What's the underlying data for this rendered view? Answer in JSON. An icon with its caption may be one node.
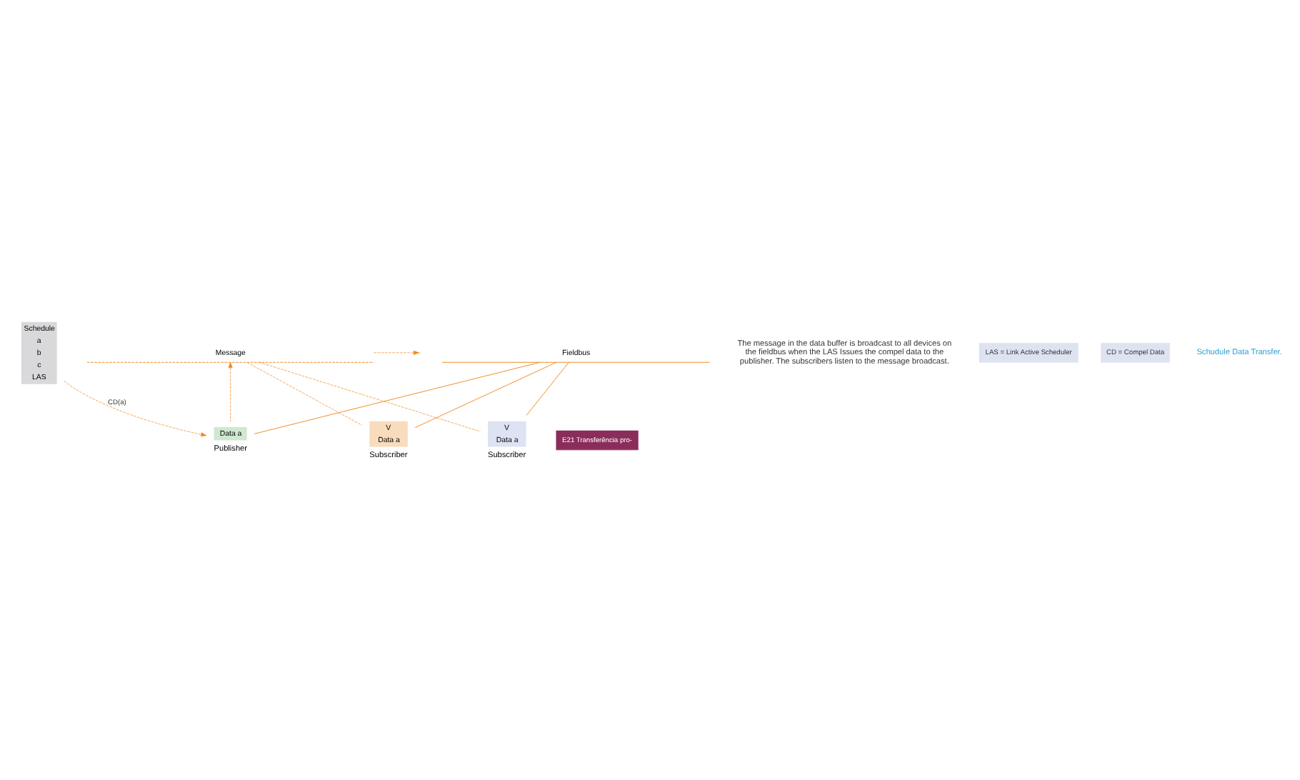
{
  "diagram": {
    "nodes": [
      {
        "text": [
          "Schedule",
          "a",
          "b",
          "c",
          "LAS"
        ]
      },
      {
        "text": [
          "Data a"
        ],
        "beside": [
          "Publisher"
        ]
      },
      {
        "text": [
          "V",
          "Data a"
        ],
        "beside": [
          "Subscriber"
        ]
      },
      {
        "text": [
          "V",
          "Data a"
        ],
        "beside": [
          "Subscriber"
        ]
      },
      {
        "text": [
          "Fieldbus"
        ]
      },
      {
        "text": [
          "Message"
        ]
      }
    ],
    "edges": [
      {
        "from": 0,
        "to": 1,
        "arrow": "to",
        "style": "dashed",
        "label": "CD(a)"
      },
      {
        "from": 4,
        "to": 1,
        "arrow": "none"
      },
      {
        "from": 4,
        "to": 2,
        "arrow": "none"
      },
      {
        "from": 4,
        "to": 3,
        "arrow": "none"
      },
      {
        "from": 1,
        "to": 5,
        "arrow": "to",
        "style": "dashed"
      },
      {
        "from": 5,
        "to": null,
        "arrow": "to",
        "style": "dashed"
      },
      {
        "from": 5,
        "to": 2,
        "arrow": "none",
        "style": "dashed"
      },
      {
        "from": 5,
        "to": 3,
        "arrow": "none",
        "style": "dashed"
      }
    ],
    "labels": [
      "The message in the data buffer is broadcast to all devices on the fieldbus when the LAS Issues the compel data to the publisher. The subscribers listen to the message broadcast.",
      "LAS = Link Active Scheduler",
      "CD = Compel Data",
      "Schudule Data Transfer.",
      "E21 Transferência pro-"
    ]
  }
}
